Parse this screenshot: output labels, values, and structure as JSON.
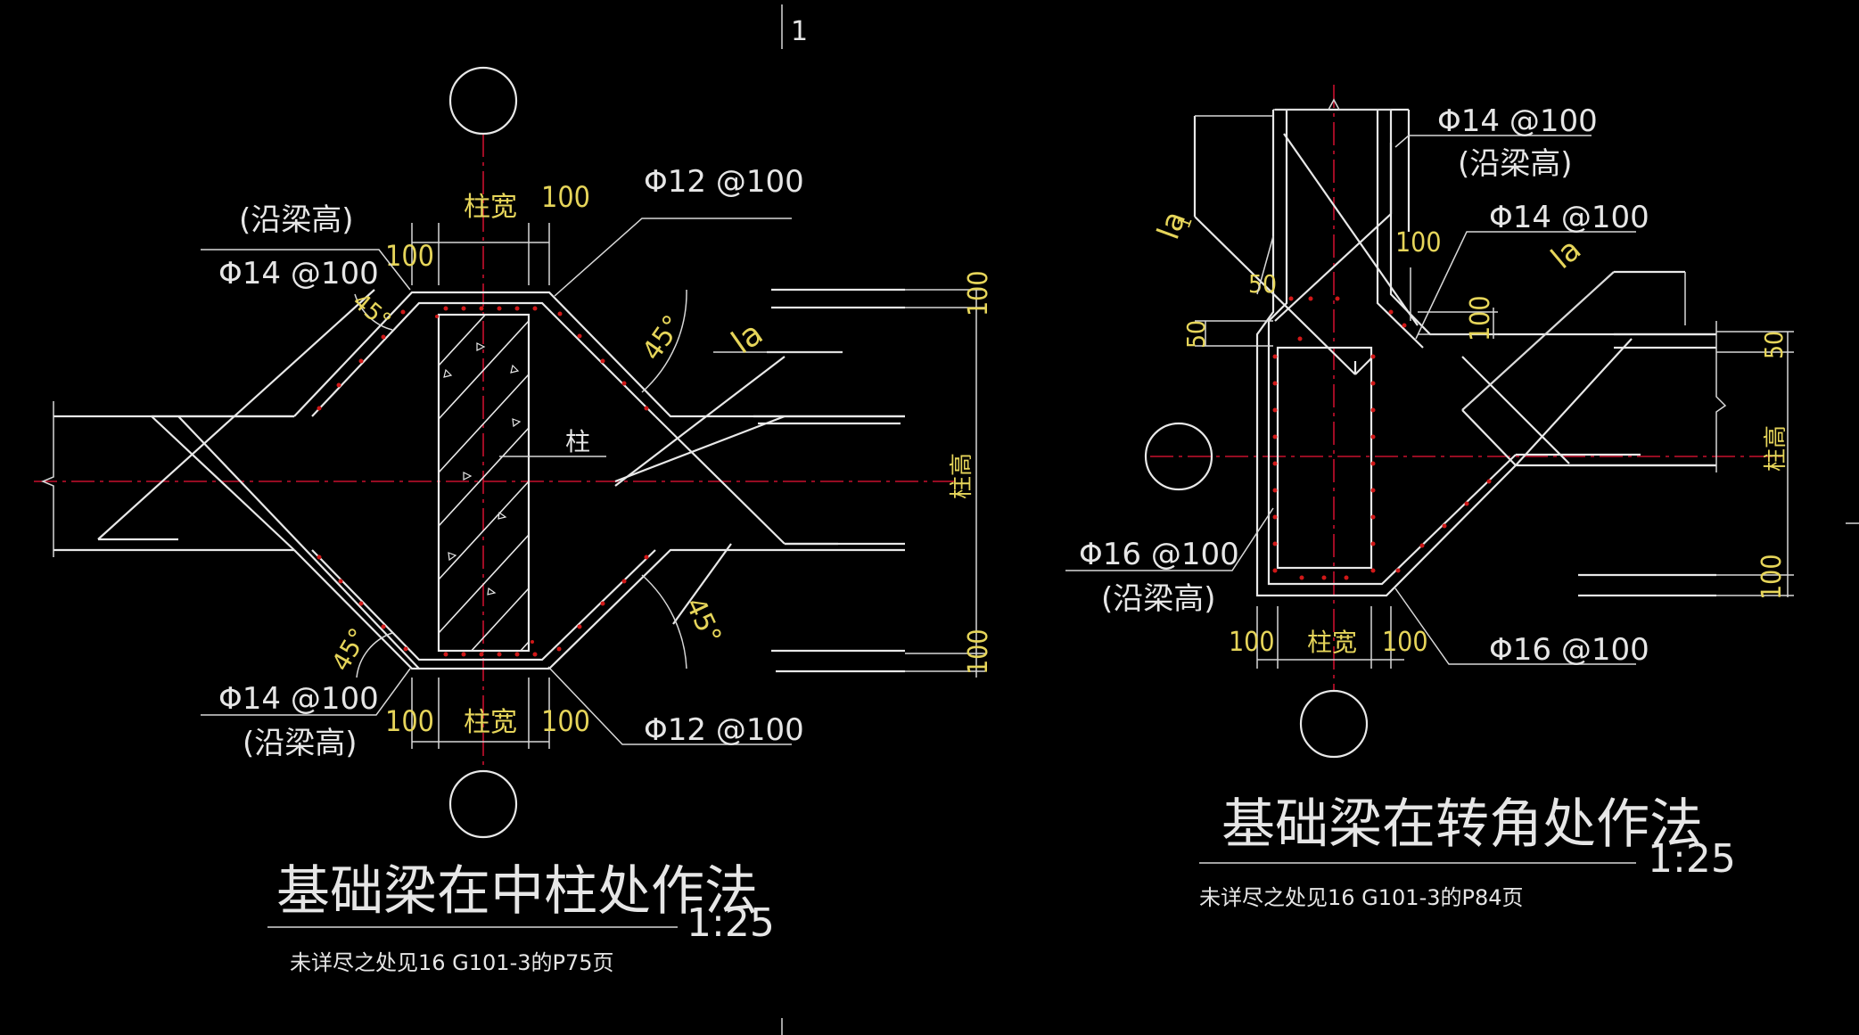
{
  "top_mark": "1",
  "left_detail": {
    "title": "基础梁在中柱处作法",
    "scale": "1:25",
    "note": "未详尽之处见16 G101-3的P75页",
    "top_spec": "Φ12 @100",
    "bottom_spec": "Φ12 @100",
    "top_left_spec": "Φ14 @100",
    "top_left_note": "(沿梁高)",
    "bottom_left_spec": "Φ14 @100",
    "bottom_left_note": "(沿梁高)",
    "column_label": "柱",
    "column_width_label": "柱宽",
    "column_height_label": "柱高",
    "dim_100": "100",
    "angle_45": "45°",
    "la": "la"
  },
  "right_detail": {
    "title": "基础梁在转角处作法",
    "scale": "1:25",
    "note": "未详尽之处见16 G101-3的P84页",
    "top_spec": "Φ14 @100",
    "top_note": "(沿梁高)",
    "mid_spec": "Φ14 @100",
    "left_spec": "Φ16 @100",
    "left_note": "(沿梁高)",
    "bottom_spec": "Φ16 @100",
    "column_width_label": "柱宽",
    "column_height_label": "柱高",
    "dim_100": "100",
    "dim_50": "50",
    "la": "la",
    "la1": "la"
  }
}
